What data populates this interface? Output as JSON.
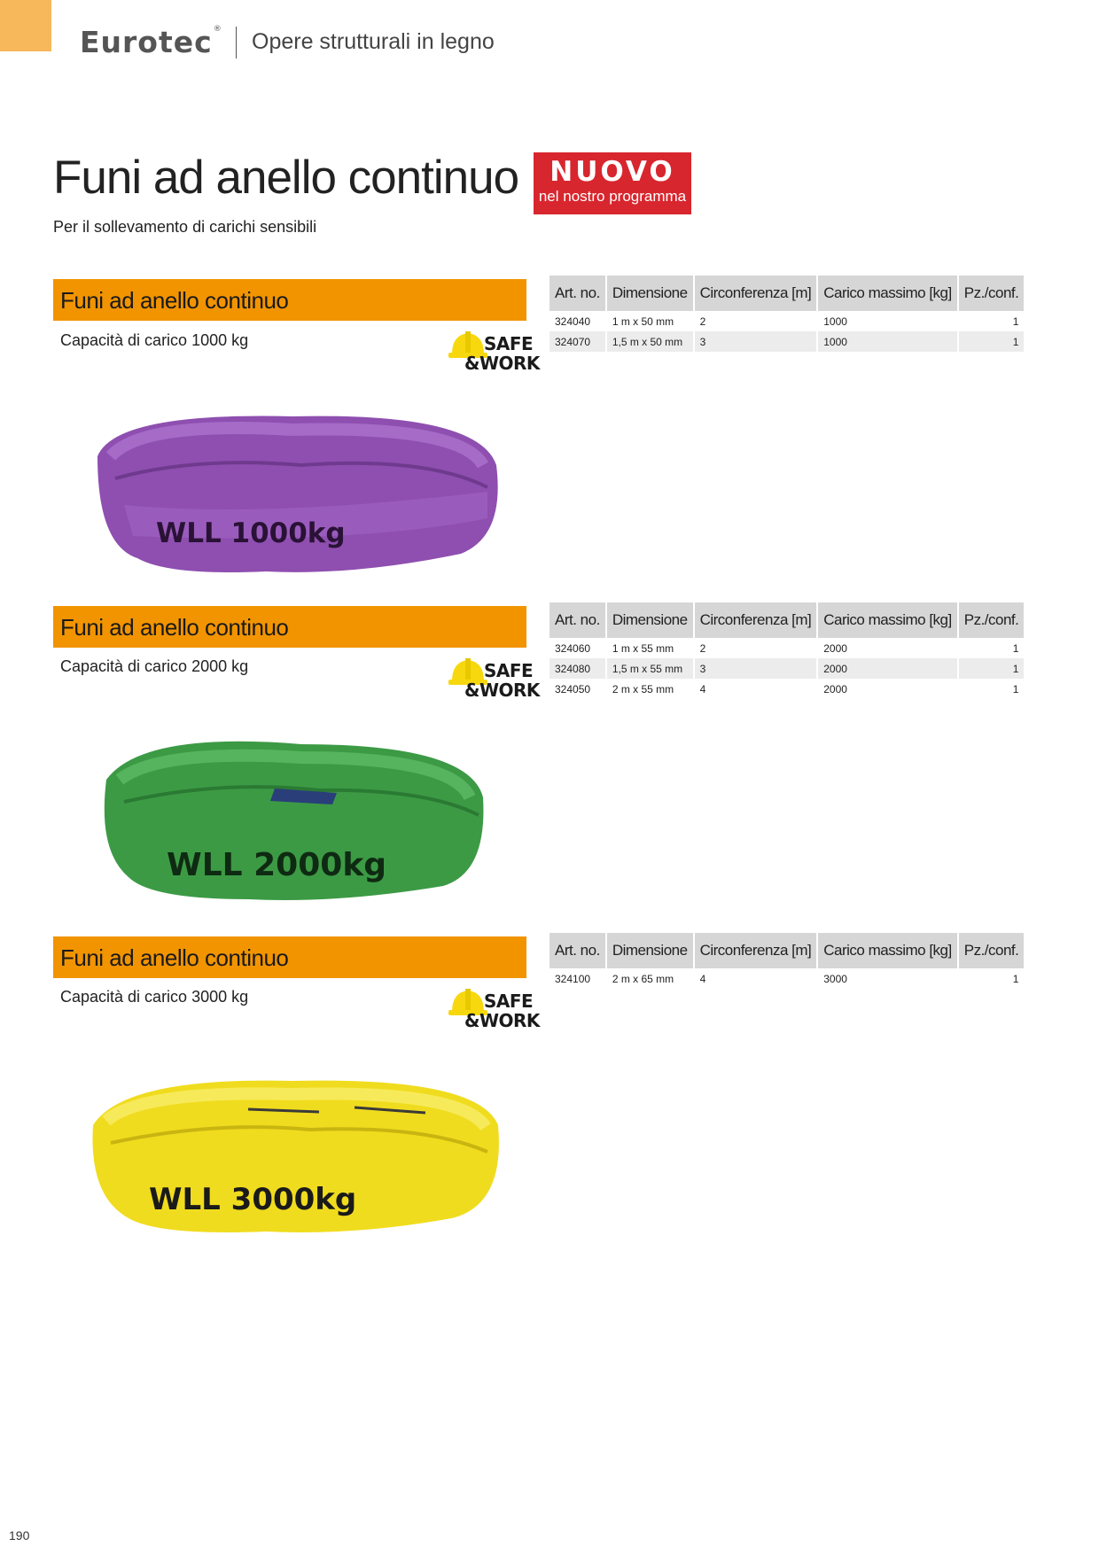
{
  "header": {
    "brand": "Eurotec",
    "brand_mark": "®",
    "category": "Opere strutturali in legno"
  },
  "page": {
    "title": "Funi ad anello continuo",
    "subtitle": "Per il sollevamento di carichi sensibili",
    "page_number": "190"
  },
  "badge": {
    "title": "NUOVO",
    "subtitle": "nel nostro programma"
  },
  "colors": {
    "accent": "#f29400",
    "badge": "#d8262e",
    "corner": "#f6b85a",
    "purple": "#8e4fb0",
    "green": "#3c9a45",
    "yellow": "#f0dc1e"
  },
  "table_headers": [
    "Art. no.",
    "Dimensione",
    "Circonferenza [m]",
    "Carico massimo [kg]",
    "Pz./conf."
  ],
  "safe_work": {
    "line1": "SAFE",
    "line2": "&WORK",
    "icon": "helmet-icon"
  },
  "sections": [
    {
      "title": "Funi ad anello continuo",
      "capacity": "Capacità di carico 1000 kg",
      "photo_label": "WLL 1000kg",
      "rows": [
        {
          "art": "324040",
          "dim": "1 m x 50 mm",
          "circ": "2",
          "load": "1000",
          "pcs": "1"
        },
        {
          "art": "324070",
          "dim": "1,5 m x 50 mm",
          "circ": "3",
          "load": "1000",
          "pcs": "1"
        }
      ]
    },
    {
      "title": "Funi ad anello continuo",
      "capacity": "Capacità di carico 2000 kg",
      "photo_label": "WLL 2000kg",
      "rows": [
        {
          "art": "324060",
          "dim": "1 m x 55 mm",
          "circ": "2",
          "load": "2000",
          "pcs": "1"
        },
        {
          "art": "324080",
          "dim": "1,5 m x 55 mm",
          "circ": "3",
          "load": "2000",
          "pcs": "1"
        },
        {
          "art": "324050",
          "dim": "2 m x 55 mm",
          "circ": "4",
          "load": "2000",
          "pcs": "1"
        }
      ]
    },
    {
      "title": "Funi ad anello continuo",
      "capacity": "Capacità di carico 3000 kg",
      "photo_label": "WLL 3000kg",
      "rows": [
        {
          "art": "324100",
          "dim": "2 m x 65 mm",
          "circ": "4",
          "load": "3000",
          "pcs": "1"
        }
      ]
    }
  ]
}
